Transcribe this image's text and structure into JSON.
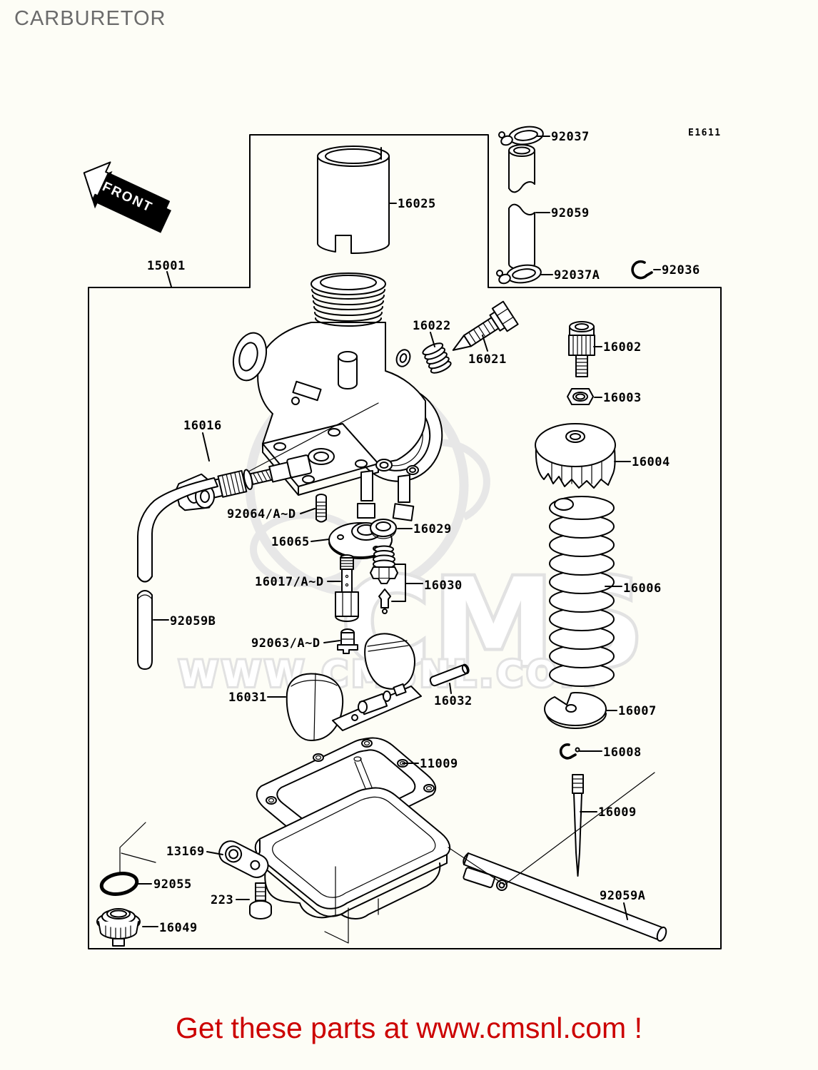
{
  "title": "CARBURETOR",
  "diagram": {
    "code": "E1611",
    "front_label": "FRONT"
  },
  "parts": {
    "p15001": "15001",
    "p16025": "16025",
    "p92037": "92037",
    "p92059": "92059",
    "p92037a": "92037A",
    "p92036": "92036",
    "p16022": "16022",
    "p16021": "16021",
    "p16002": "16002",
    "p16003": "16003",
    "p16004": "16004",
    "p16016": "16016",
    "p92064": "92064/A~D",
    "p16065": "16065",
    "p16029": "16029",
    "p16017": "16017/A~D",
    "p16030": "16030",
    "p92063": "92063/A~D",
    "p16006": "16006",
    "p92059b": "92059B",
    "p16031": "16031",
    "p16032": "16032",
    "p16007": "16007",
    "p16008": "16008",
    "p11009": "11009",
    "p16009": "16009",
    "p13169": "13169",
    "p92055": "92055",
    "p223": "223",
    "p16049": "16049",
    "p92059a": "92059A"
  },
  "watermark": {
    "logo": "CMS",
    "url": "WWW.CMSNL.COM"
  },
  "banner": {
    "text": "Get these parts at www.cmsnl.com !",
    "color": "#cc0000"
  },
  "colors": {
    "diagram_line": "#000000",
    "title_text": "#6b6b6b",
    "background": "#fdfdf6",
    "watermark_gray": "#e7e7e7"
  }
}
